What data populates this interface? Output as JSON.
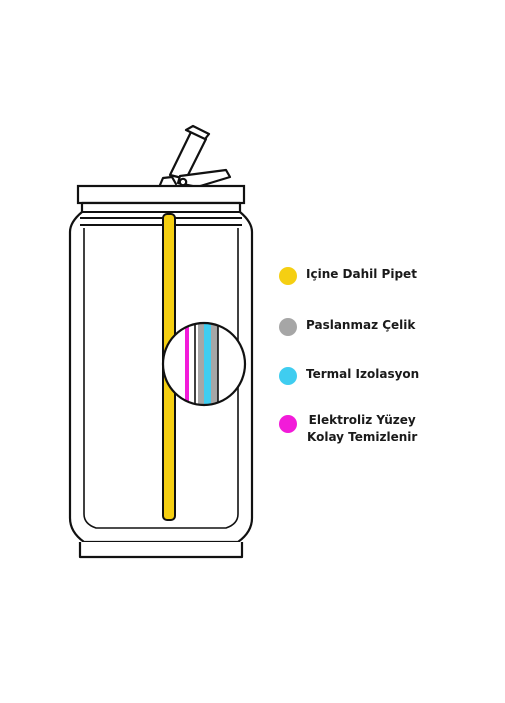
{
  "legend": {
    "items": [
      {
        "id": "straw",
        "label": "Içine Dahil Pipet",
        "color": "#F5CF12"
      },
      {
        "id": "steel",
        "label": "Paslanmaz Çelik",
        "color": "#A6A6A6"
      },
      {
        "id": "insulation",
        "label": "Termal Izolasyon",
        "color": "#3FCDF0"
      },
      {
        "id": "coating",
        "label_line1": "Elektroliz Yüzey",
        "label_line2": "Kolay Temizlenir",
        "color": "#F21BD9"
      }
    ]
  },
  "colors": {
    "outline": "#111111",
    "background": "#ffffff"
  }
}
